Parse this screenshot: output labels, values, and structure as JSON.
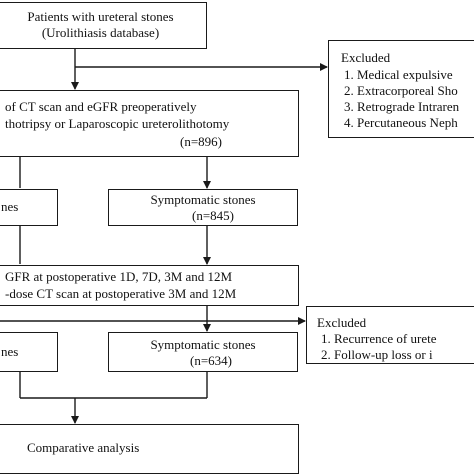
{
  "boxes": {
    "patients": {
      "line1": "Patients with ureteral stones",
      "line2": "(Urolithiasis database)"
    },
    "excluded1": {
      "title": "Excluded",
      "items": [
        "1. Medical expulsive",
        "2. Extracorporeal Sho",
        "3. Retrograde Intraren",
        "4. Percutaneous Neph"
      ]
    },
    "ct_egfr": {
      "line1": "of CT scan and eGFR preoperatively",
      "line2": "thotripsy or Laparoscopic ureterolithotomy",
      "line3": "(n=896)"
    },
    "left_top": {
      "label": "nes"
    },
    "symptomatic1": {
      "line1": "Symptomatic stones",
      "line2": "(n=845)"
    },
    "followup": {
      "line1": "GFR at postoperative 1D, 7D, 3M and 12M",
      "line2": "-dose CT scan at postoperative 3M and 12M"
    },
    "excluded2": {
      "title": "Excluded",
      "items": [
        "1. Recurrence of urete",
        "2. Follow-up loss or i"
      ]
    },
    "left_bottom": {
      "label": "nes"
    },
    "symptomatic2": {
      "line1": "Symptomatic stones",
      "line2": "(n=634)"
    },
    "comparative": {
      "label": "Comparative analysis"
    }
  }
}
